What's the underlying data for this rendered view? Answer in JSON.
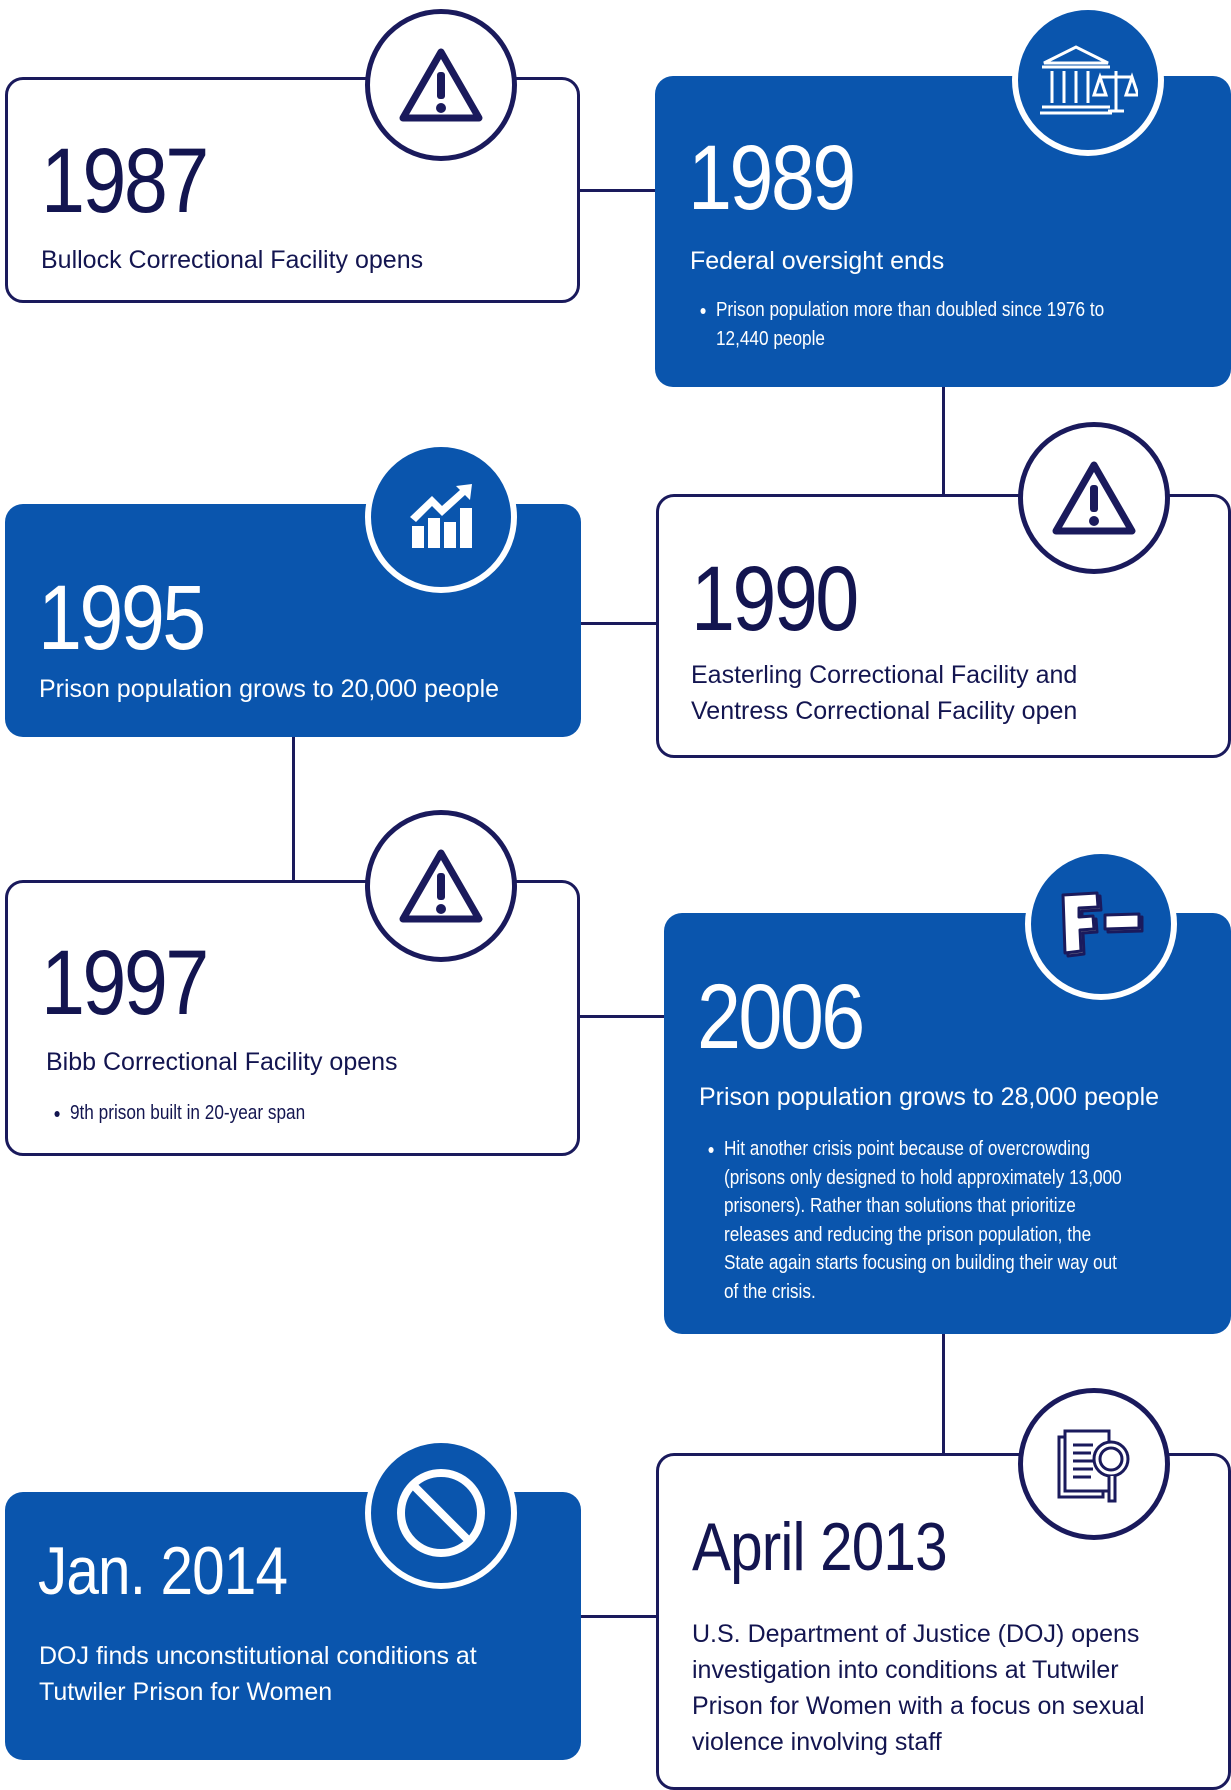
{
  "events": {
    "e1987": {
      "year": "1987",
      "title": "Bullock Correctional Facility opens",
      "icon": "warning-icon"
    },
    "e1989": {
      "year": "1989",
      "title": "Federal oversight ends",
      "bullet": "Prison population more than doubled since 1976 to 12,440 people",
      "icon": "courthouse-scales-icon"
    },
    "e1990": {
      "year": "1990",
      "title": "Easterling Correctional Facility and Ventress Correctional Facility open",
      "icon": "warning-icon"
    },
    "e1995": {
      "year": "1995",
      "title": "Prison population grows to 20,000 people",
      "icon": "growth-chart-icon"
    },
    "e1997": {
      "year": "1997",
      "title": "Bibb Correctional Facility opens",
      "bullet": "9th prison built in 20-year span",
      "icon": "warning-icon"
    },
    "e2006": {
      "year": "2006",
      "title": "Prison population grows to 28,000 people",
      "bullet": "Hit another crisis point because of overcrowding (prisons only designed to hold approximately 13,000 prisoners). Rather than solutions that prioritize releases and reducing the prison population, the State again starts focusing on building their way out of the crisis.",
      "icon": "f-minus-grade-icon"
    },
    "e2013": {
      "year": "April 2013",
      "title": "U.S. Department of Justice (DOJ) opens investigation into conditions at Tutwiler Prison for Women with a focus on sexual violence involving staff",
      "icon": "document-magnifier-icon"
    },
    "e2014": {
      "year": "Jan. 2014",
      "title": "DOJ finds unconstitutional conditions at Tutwiler Prison for Women",
      "icon": "prohibited-icon"
    }
  },
  "colors": {
    "navy": "#1a1a5c",
    "blue": "#0a55ad",
    "white": "#ffffff"
  }
}
